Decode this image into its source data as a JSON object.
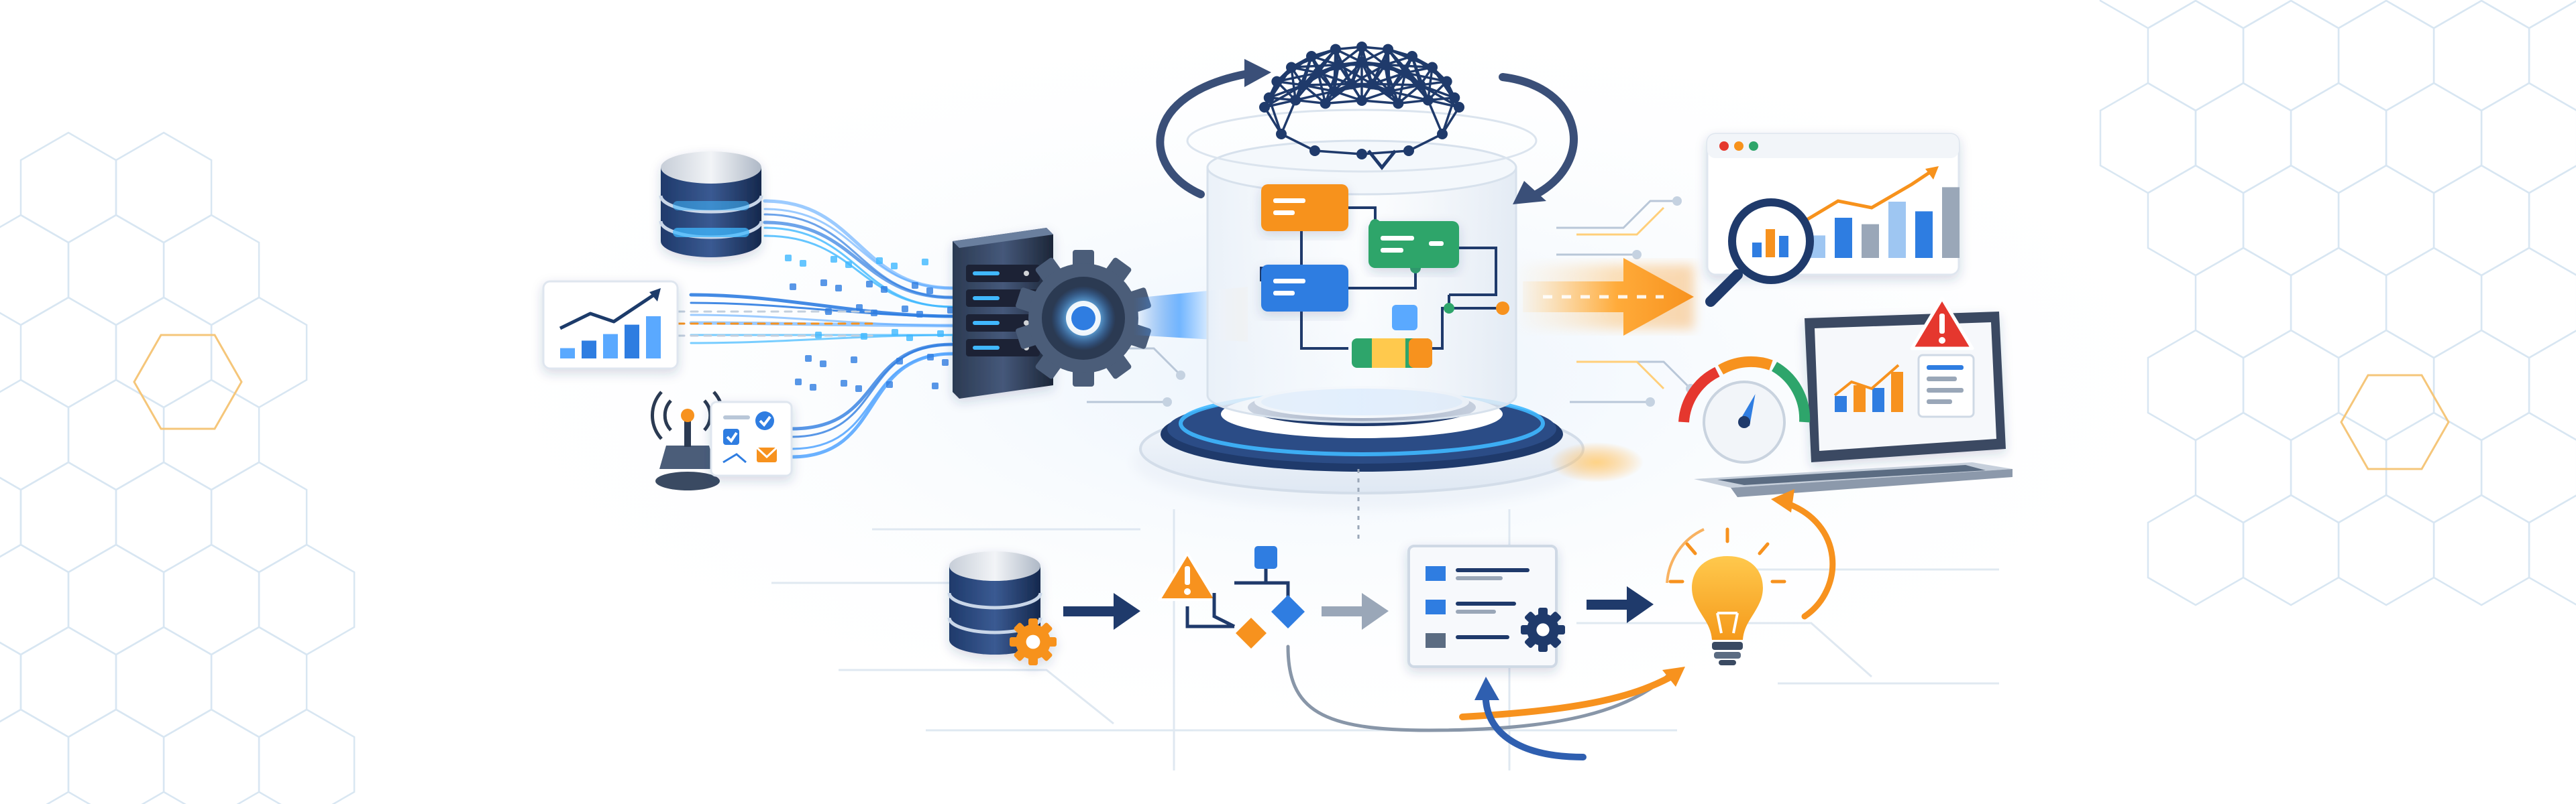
{
  "palette": {
    "navy": "#1f3a6b",
    "navy_dark": "#15284d",
    "blue": "#2f7de1",
    "blue_light": "#5aa9ff",
    "cyan_glow": "#3fb8ff",
    "orange": "#f7921e",
    "orange_light": "#ffb24a",
    "green": "#2ea56b",
    "red": "#e5372e",
    "steel": "#5b6c82",
    "steel_light": "#9aa7b8",
    "hex_line": "#cfe1ef",
    "grid_line": "#d8e3ee"
  },
  "icons": {
    "input_database": "database-icon",
    "input_chart": "trend-chart-icon",
    "input_iot": "iot-sensor-icon",
    "server": "server-icon",
    "gear": "gear-icon",
    "brain": "neural-brain-icon",
    "workflow": "workflow-cards-icon",
    "platform": "processing-platform-icon",
    "arrow_output": "output-arrow-icon",
    "analytics_panel": "analytics-dashboard-icon",
    "magnifier": "magnifier-icon",
    "laptop": "laptop-icon",
    "alert": "alert-triangle-icon",
    "gauge": "gauge-icon",
    "bottom_database": "database-gear-icon",
    "bottom_warning": "warning-decision-icon",
    "bottom_checklist": "checklist-gear-icon",
    "bottom_bulb": "lightbulb-icon"
  },
  "charts": {
    "input_chart_bars": [
      0.22,
      0.38,
      0.52,
      0.72,
      0.9
    ],
    "analytics_bars": [
      0.28,
      0.5,
      0.42,
      0.7,
      0.58,
      0.88
    ],
    "laptop_bars": [
      0.3,
      0.5,
      0.45,
      0.75
    ],
    "gauge_level": 0.62
  }
}
